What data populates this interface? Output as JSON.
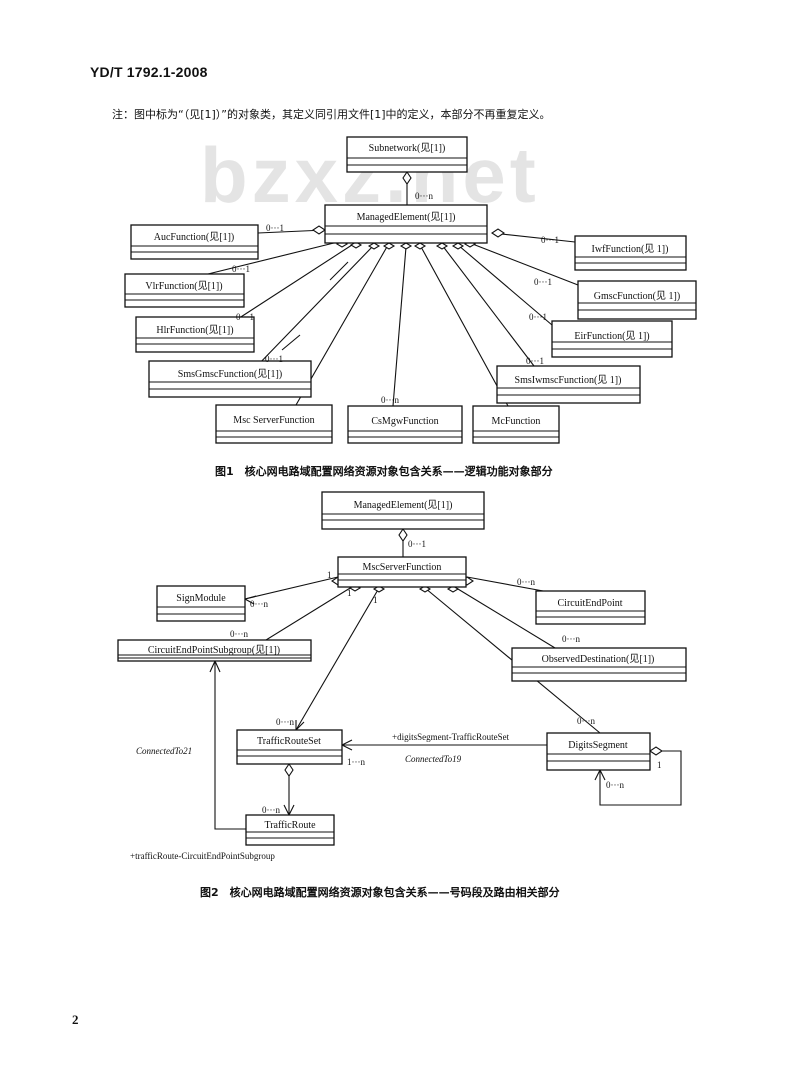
{
  "header": {
    "standard_code": "YD/T 1792.1-2008"
  },
  "note": "注：图中标为“（见[1]）”的对象类，其定义同引用文件[1]中的定义，本部分不再重复定义。",
  "watermark": "bzxz.net",
  "figure1": {
    "caption": "图1　核心网电路域配置网络资源对象包含关系——逻辑功能对象部分",
    "classes": {
      "subnetwork": "Subnetwork(见[1])",
      "managed_element": "ManagedElement(见[1])",
      "auc_function": "AucFunction(见[1])",
      "vlr_function": "VlrFunction(见[1])",
      "hlr_function": "HlrFunction(见[1])",
      "sms_gmsc_function": "SmsGmscFunction(见[1])",
      "msc_server_function": "Msc ServerFunction",
      "cs_mgw_function": "CsMgwFunction",
      "mc_function": "McFunction",
      "iwf_function": "IwfFunction(见 1])",
      "gmsc_function": "GmscFunction(见 1])",
      "eir_function": "EirFunction(见 1])",
      "sms_iwmsc_function": "SmsIwmscFunction(见 1])"
    },
    "multiplicities": {
      "subnetwork_me": "0···n",
      "auc": "0···1",
      "vlr": "0···1",
      "hlr": "0···1",
      "sms_gmsc": "0···1",
      "cs_mgw": "0···n",
      "iwf": "0···1",
      "gmsc": "0···1",
      "eir": "0···1",
      "sms_iwmsc": "0···1"
    }
  },
  "figure2": {
    "caption": "图2　核心网电路域配置网络资源对象包含关系——号码段及路由相关部分",
    "classes": {
      "managed_element": "ManagedElement(见[1])",
      "msc_server_function": "MscServerFunction",
      "sign_module": "SignModule",
      "circuit_end_point": "CircuitEndPoint",
      "circuit_end_point_subgroup": "CircuitEndPointSubgroup(见[1])",
      "observed_destination": "ObservedDestination(见[1])",
      "traffic_route_set": "TrafficRouteSet",
      "digits_segment": "DigitsSegment",
      "traffic_route": "TrafficRoute"
    },
    "multiplicities": {
      "me_msc": "0···1",
      "msc_side_1a": "1",
      "msc_side_1b": "1",
      "msc_side_1c": "1",
      "sign_module": "0···n",
      "circuit_end_point": "0···n",
      "cep_subgroup": "0···n",
      "observed_destination": "0···n",
      "traffic_route_set": "0···n",
      "digits_segment": "0···n",
      "trs_to_ds": "1···n",
      "ds_self_1": "1",
      "ds_self_n": "0···n",
      "traffic_route": "0···n"
    },
    "roles": {
      "digits_segment_traffic_route_set": "+digitsSegment-TrafficRouteSet",
      "connected_to_19": "ConnectedTo19",
      "connected_to_21": "ConnectedTo21",
      "traffic_route_cep_subgroup": "+trafficRoute-CircuitEndPointSubgroup"
    }
  },
  "page_number": "2"
}
